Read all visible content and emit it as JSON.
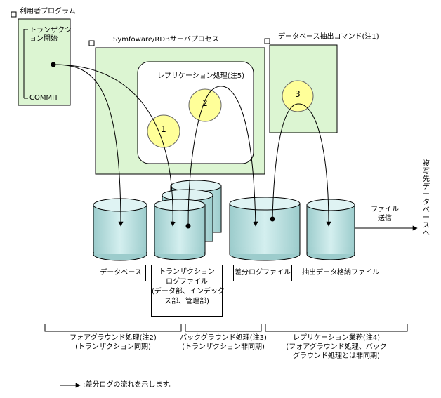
{
  "user_program": {
    "title": "利用者プログラム",
    "tx_start": "トランザクション開始",
    "commit": "COMMIT"
  },
  "symfoware": {
    "title": "Symfoware/RDBサーバプロセス",
    "replication_title": "レプリケーション処理(注5)"
  },
  "extract_cmd": {
    "title": "データベース抽出コマンド(注1)"
  },
  "circles": [
    "1",
    "2",
    "3"
  ],
  "storage": {
    "database": "データベース",
    "tx_log_line1": "トランザクション",
    "tx_log_line2": "ログファイル",
    "tx_log_line3": "(データ部、インデック",
    "tx_log_line4": "ス部、管理部)",
    "diff_log": "差分ログファイル",
    "extract_file": "抽出データ格納ファイル"
  },
  "transfer": {
    "line1": "ファイル",
    "line2": "送信",
    "destination": "複写先データベースへ"
  },
  "phases": {
    "foreground_line1": "フォアグラウンド処理(注2)",
    "foreground_line2": "(トランザクション同期)",
    "background_line1": "バックグラウンド処理(注3)",
    "background_line2": "(トランザクション非同期)",
    "replication_line1": "レプリケーション業務(注4)",
    "replication_line2": "(フォアグラウンド処理、バック",
    "replication_line3": "グラウンド処理とは非同期)"
  },
  "legend": {
    "text": ":差分ログの流れを示します。"
  },
  "colors": {
    "panel_green": "#dcf5d2",
    "circle_yellow": "#ffff99",
    "cylinder_body": "#bfe6e6",
    "cylinder_top": "#dff3f3"
  }
}
